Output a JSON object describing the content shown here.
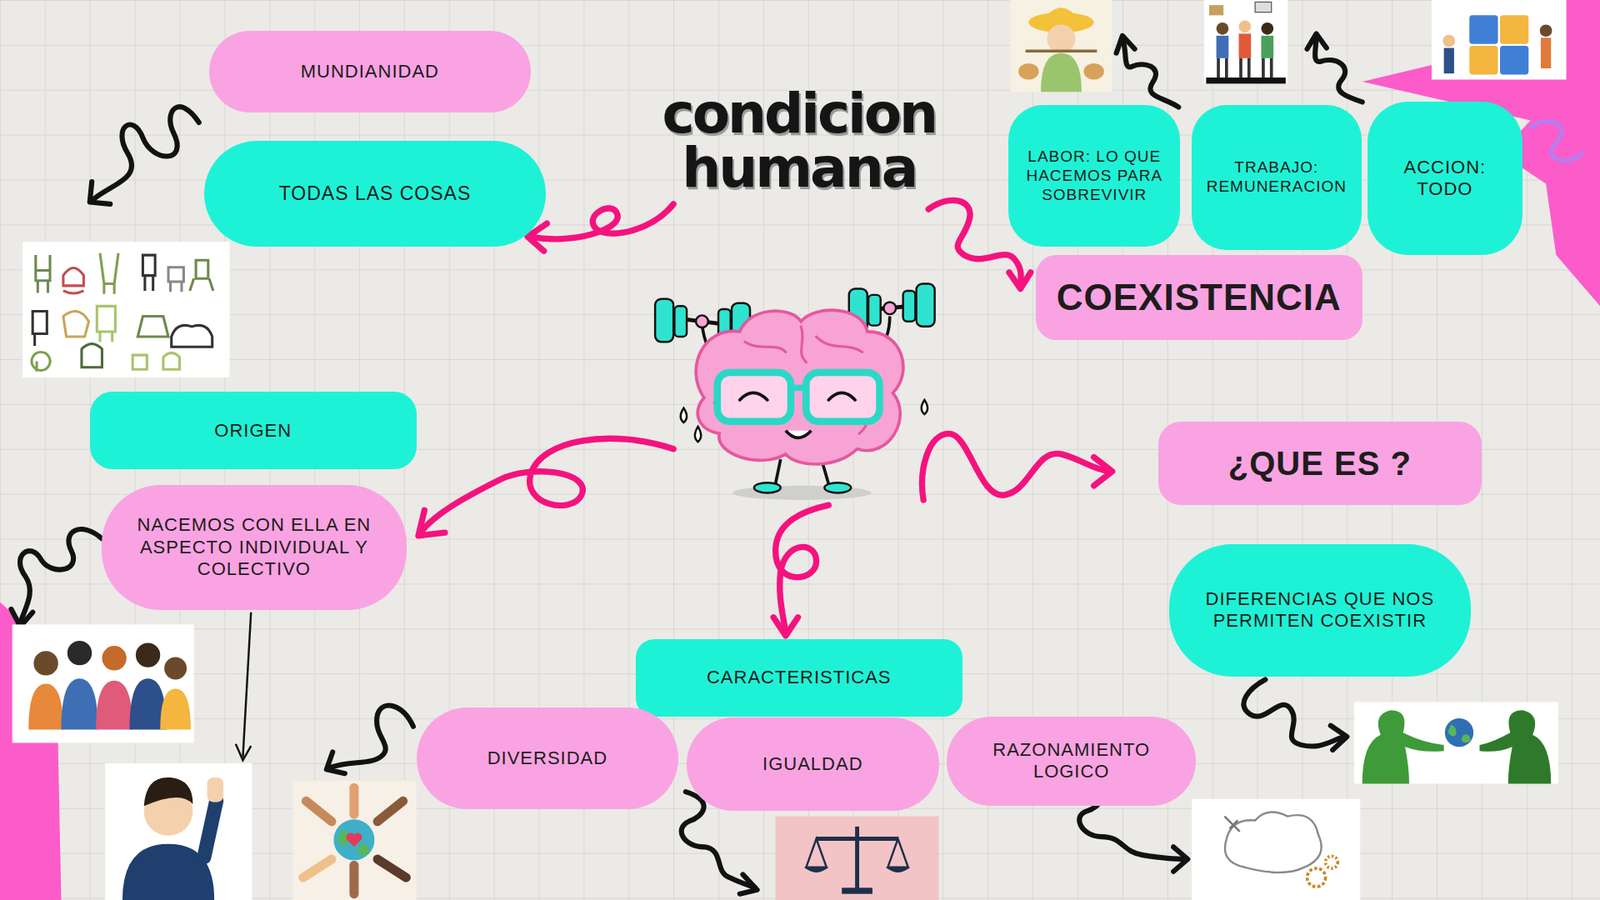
{
  "diagram": {
    "title": "condicion humana",
    "nodes": [
      {
        "text": [
          "MUNDIANIDAD"
        ]
      },
      {
        "text": [
          "TODAS LAS COSAS"
        ]
      },
      {
        "text": [
          "LABOR: LO QUE HACEMOS PARA SOBREVIVIR"
        ]
      },
      {
        "text": [
          "TRABAJO: REMUNERACION"
        ]
      },
      {
        "text": [
          "ACCION: TODO"
        ]
      },
      {
        "text": [
          "COEXISTENCIA"
        ]
      },
      {
        "text": [
          "ORIGEN"
        ]
      },
      {
        "text": [
          "NACEMOS CON ELLA EN ASPECTO INDIVIDUAL Y COLECTIVO"
        ]
      },
      {
        "text": [
          "¿QUE ES ?"
        ]
      },
      {
        "text": [
          "DIFERENCIAS QUE NOS PERMITEN COEXISTIR"
        ]
      },
      {
        "text": [
          "CARACTERISTICAS"
        ]
      },
      {
        "text": [
          "DIVERSIDAD"
        ]
      },
      {
        "text": [
          "IGUALDAD"
        ]
      },
      {
        "text": [
          "RAZONAMIENTO LOGICO"
        ]
      }
    ]
  }
}
